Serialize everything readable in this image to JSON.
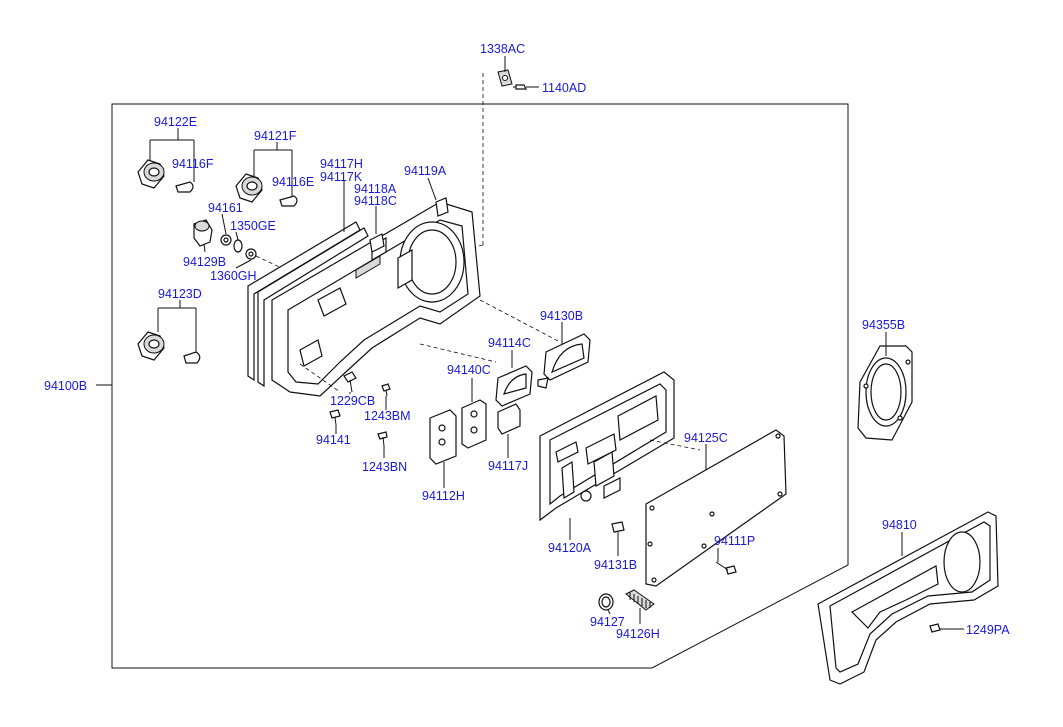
{
  "diagram": {
    "parts": [
      {
        "id": "p1338AC",
        "label": "1338AC"
      },
      {
        "id": "p1140AD",
        "label": "1140AD"
      },
      {
        "id": "p94122E",
        "label": "94122E"
      },
      {
        "id": "p94121F",
        "label": "94121F"
      },
      {
        "id": "p94116F",
        "label": "94116F"
      },
      {
        "id": "p94116E",
        "label": "94116E"
      },
      {
        "id": "p94117H",
        "label": "94117H"
      },
      {
        "id": "p94117K",
        "label": "94117K"
      },
      {
        "id": "p94119A",
        "label": "94119A"
      },
      {
        "id": "p94118A",
        "label": "94118A"
      },
      {
        "id": "p94118C",
        "label": "94118C"
      },
      {
        "id": "p94161",
        "label": "94161"
      },
      {
        "id": "p1350GE",
        "label": "1350GE"
      },
      {
        "id": "p94129B",
        "label": "94129B"
      },
      {
        "id": "p1360GH",
        "label": "1360GH"
      },
      {
        "id": "p94123D",
        "label": "94123D"
      },
      {
        "id": "p94100B",
        "label": "94100B"
      },
      {
        "id": "p94130B",
        "label": "94130B"
      },
      {
        "id": "p94114C",
        "label": "94114C"
      },
      {
        "id": "p94140C",
        "label": "94140C"
      },
      {
        "id": "p94355B",
        "label": "94355B"
      },
      {
        "id": "p1229CB",
        "label": "1229CB"
      },
      {
        "id": "p1243BM",
        "label": "1243BM"
      },
      {
        "id": "p94141",
        "label": "94141"
      },
      {
        "id": "p1243BN",
        "label": "1243BN"
      },
      {
        "id": "p94125C",
        "label": "94125C"
      },
      {
        "id": "p94117J",
        "label": "94117J"
      },
      {
        "id": "p94112H",
        "label": "94112H"
      },
      {
        "id": "p94810",
        "label": "94810"
      },
      {
        "id": "p94120A",
        "label": "94120A"
      },
      {
        "id": "p94111P",
        "label": "94111P"
      },
      {
        "id": "p94131B",
        "label": "94131B"
      },
      {
        "id": "p94127",
        "label": "94127"
      },
      {
        "id": "p94126H",
        "label": "94126H"
      },
      {
        "id": "p1249PA",
        "label": "1249PA"
      }
    ]
  },
  "colors": {
    "label": "#1a1ad8",
    "line": "#111111",
    "background": "#ffffff"
  }
}
